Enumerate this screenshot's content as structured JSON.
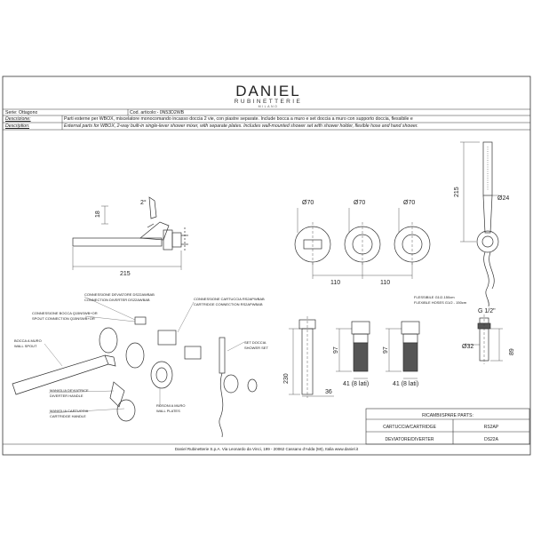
{
  "brand": {
    "name": "DANIEL",
    "sub": "RUBINETTERIE",
    "city": "MILANO"
  },
  "header": {
    "serie_label": "Serie: Ottagono",
    "code_label": "Cod. articolo:- 0N53D2WB",
    "descrizione_label": "Descrizione:",
    "descrizione_text": "Parti esterne per WBOX, miscelatore monocomando incasso doccia 2 vie, con piastre separate. Include bocca a muro e set doccia a muro con supporto doccia, flessibile e",
    "description_label": "Description:",
    "description_text": "External parts for WBOX, 2-way built-in single-lever shower mixer, with separate plates. Includes wall-mounted shower set with shower holder, flexible hose and hand shower."
  },
  "dims": {
    "side_angle": "2°",
    "side_height": "18",
    "side_width": "215",
    "d70_a": "Ø70",
    "d70_b": "Ø70",
    "d70_c": "Ø70",
    "spacing_a": "110",
    "spacing_b": "110",
    "shower_height": "215",
    "shower_d": "Ø24",
    "hose_it": "FLESSIBILE G1/2-150cm",
    "hose_en": "FLEXIBLE HOSES G1/2 - 150cm",
    "h230": "230",
    "h36": "36",
    "cart1_h": "97",
    "cart1_max": "41 (8 lati)",
    "cart2_h": "97",
    "cart2_max": "41 (8 lati)",
    "g12": "G 1/2\"",
    "d32": "Ø32",
    "h89": "89"
  },
  "labels": {
    "conn_deviatore_it": "CONNESSIONE DEVIATORE DS22AWBAB",
    "conn_deviatore_en": "CONNECTION DIVERTER DS22AWBAB",
    "conn_bocca_it": "CONNESSIONE BOCCA Q15NSWB+OR",
    "conn_bocca_en": "SPOUT CONNECTION Q15NSWB+OR",
    "bocca_it": "BOCCA A MURO",
    "bocca_en": "WALL SPOUT",
    "maniglia_dev_it": "MANIGLIA DEVIATRICE",
    "maniglia_dev_en": "DIVERTER HANDLE",
    "maniglia_cart_it": "MANIGLIA CARTUCCIA",
    "maniglia_cart_en": "CARTRIDGE HANDLE",
    "conn_cart_it": "CONNESSIONE CARTUCCIA RS2APWBAB",
    "conn_cart_en": "CARTRIDGE CONNECTION RS2APWBAB",
    "set_doccia_it": "SET DOCCIA",
    "set_doccia_en": "SHOWER SET",
    "rosoni_it": "ROSONI A MURO",
    "rosoni_en": "WALL PLATES"
  },
  "parts_table": {
    "title": "RICAMBI/SPARE PARTS:",
    "rows": [
      {
        "name": "CARTUCCIA/CARTRIDGE",
        "code": "RS2AP"
      },
      {
        "name": "DEVIATORE/DIVERTER",
        "code": "DS22A"
      }
    ]
  },
  "footer": "Daniel Rubinetterie S.p.A. Via Leonardo da Vinci, 199 - 20062 Cassano d'Adda (MI), Italia www.daniel.it"
}
